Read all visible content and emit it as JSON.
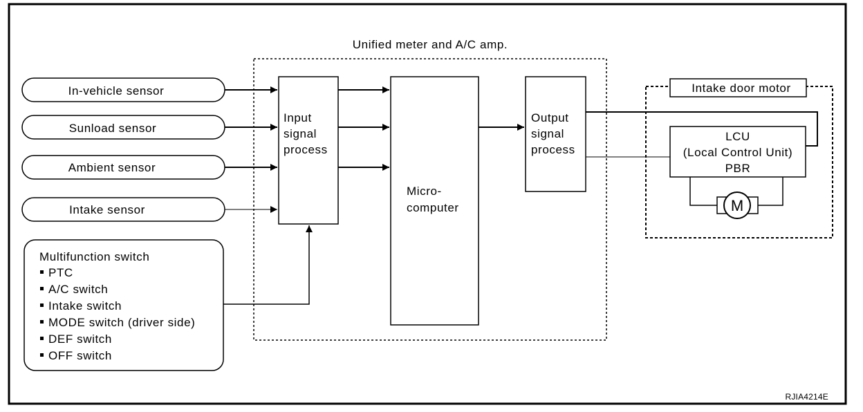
{
  "amp_label": "Unified meter and A/C amp.",
  "sensors": [
    {
      "label": "In-vehicle sensor"
    },
    {
      "label": "Sunload sensor"
    },
    {
      "label": "Ambient sensor"
    },
    {
      "label": "Intake sensor"
    }
  ],
  "switch_box": {
    "title": "Multifunction switch",
    "items": [
      "PTC",
      "A/C switch",
      "Intake switch",
      "MODE switch (driver side)",
      "DEF switch",
      "OFF switch"
    ]
  },
  "input_block": {
    "lines": [
      "Input",
      "signal",
      "process"
    ]
  },
  "micro_block": {
    "lines": [
      "Micro-",
      "computer"
    ]
  },
  "output_block": {
    "lines": [
      "Output",
      "signal",
      "process"
    ]
  },
  "intake_motor": {
    "title": "Intake door motor",
    "lcu_lines": [
      "LCU",
      "(Local Control Unit)",
      "PBR"
    ],
    "motor_symbol": "M"
  },
  "figure_code": "RJIA4214E"
}
